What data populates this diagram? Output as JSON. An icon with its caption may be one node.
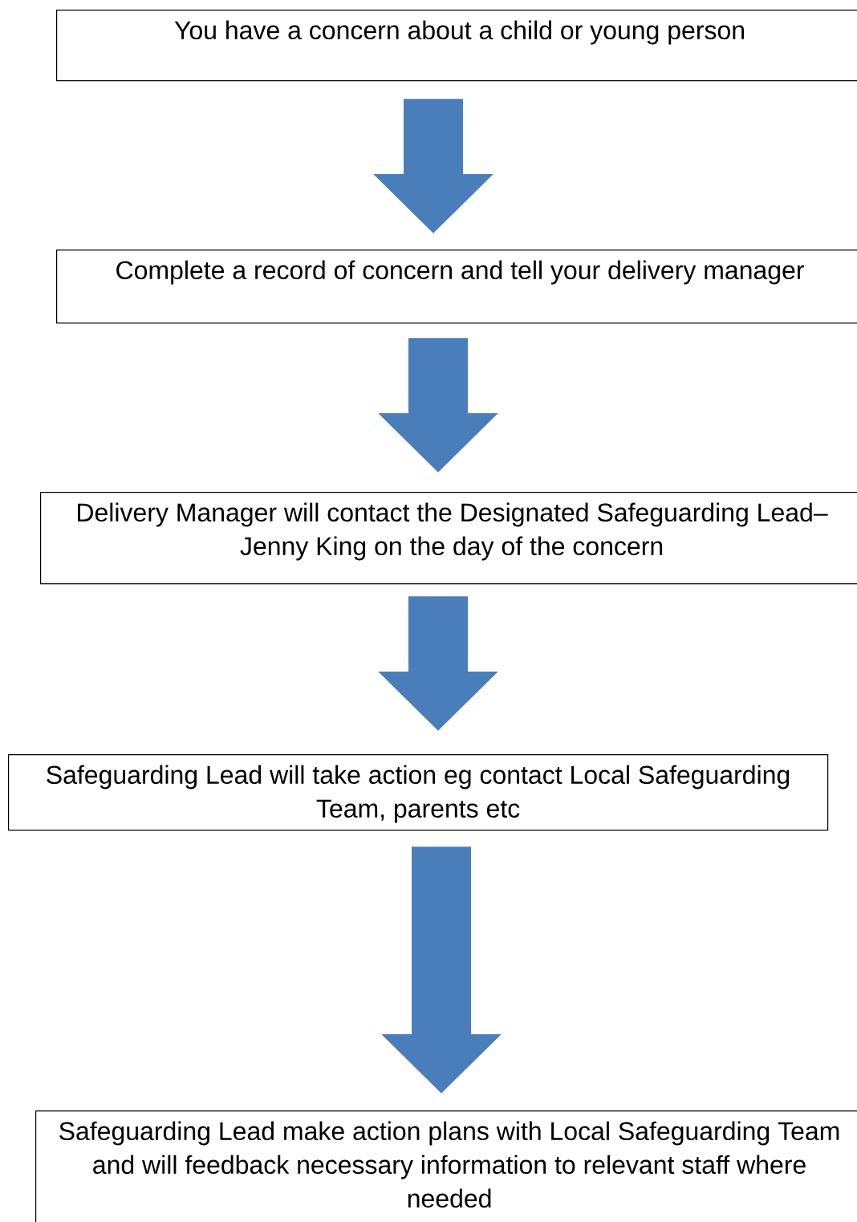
{
  "diagram": {
    "nodes": [
      {
        "text": [
          "You have a concern about a child or young person"
        ]
      },
      {
        "text": [
          "Complete a record of concern and tell your delivery manager"
        ]
      },
      {
        "text": [
          "Delivery Manager will contact the Designated Safeguarding Lead– Jenny King on the day of the concern"
        ]
      },
      {
        "text": [
          "Safeguarding Lead will take action eg contact Local Safeguarding Team, parents etc"
        ]
      },
      {
        "text": [
          "Safeguarding Lead make action plans with Local Safeguarding Team and will feedback necessary information to relevant staff where needed"
        ]
      }
    ],
    "edges": [
      {
        "from": 0,
        "to": 1,
        "arrow": "to"
      },
      {
        "from": 1,
        "to": 2,
        "arrow": "to"
      },
      {
        "from": 2,
        "to": 3,
        "arrow": "to"
      },
      {
        "from": 3,
        "to": 4,
        "arrow": "to"
      }
    ]
  }
}
